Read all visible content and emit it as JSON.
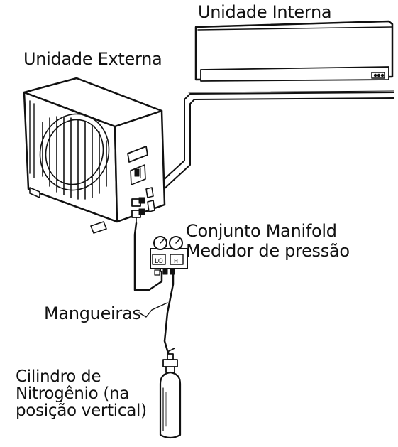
{
  "labels": {
    "indoor_unit": "Unidade Interna",
    "outdoor_unit": "Unidade Externa",
    "manifold_line1": "Conjunto Manifold",
    "manifold_line2": "Medidor de pressão",
    "hoses": "Mangueiras",
    "cylinder_line1": "Cilindro de",
    "cylinder_line2": "Nitrogênio (na",
    "cylinder_line3": "posição vertical)"
  },
  "gauge_labels": {
    "low": "LO",
    "high": "H"
  },
  "colors": {
    "stroke": "#111111",
    "background": "#ffffff"
  }
}
